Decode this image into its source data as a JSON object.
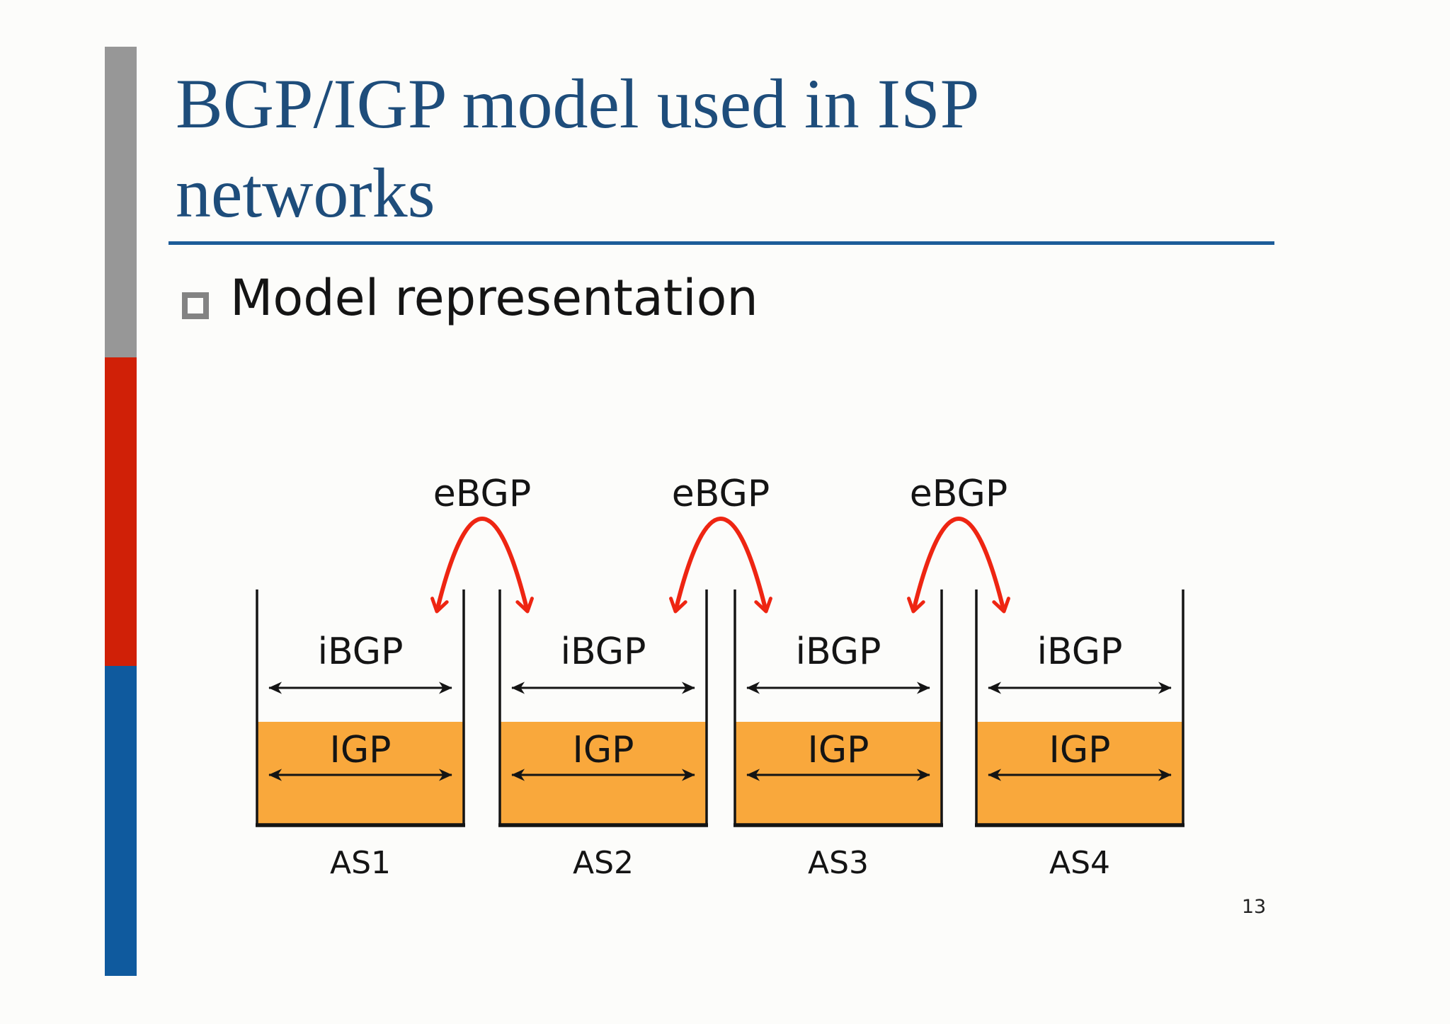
{
  "slide": {
    "title": {
      "line1": "BGP/IGP model used in ISP",
      "line2": "networks"
    },
    "bullet": {
      "label": "Model representation"
    },
    "page_number": "13"
  },
  "diagram": {
    "ebgp_labels": [
      {
        "label": "eBGP"
      },
      {
        "label": "eBGP"
      },
      {
        "label": "eBGP"
      }
    ],
    "autonomous_systems": [
      {
        "name": "AS1",
        "ibgp_label": "iBGP",
        "igp_label": "IGP"
      },
      {
        "name": "AS2",
        "ibgp_label": "iBGP",
        "igp_label": "IGP"
      },
      {
        "name": "AS3",
        "ibgp_label": "iBGP",
        "igp_label": "IGP"
      },
      {
        "name": "AS4",
        "ibgp_label": "iBGP",
        "igp_label": "IGP"
      }
    ]
  },
  "colors": {
    "title_blue": "#1E4D7B",
    "rule_blue": "#1D5C99",
    "accent_gray": "#979797",
    "accent_red": "#D02007",
    "accent_blue": "#0F5A9E",
    "igp_orange": "#F9A83C",
    "ebgp_red": "#EE2512",
    "text_black": "#141414",
    "bullet_gray": "#838383"
  }
}
